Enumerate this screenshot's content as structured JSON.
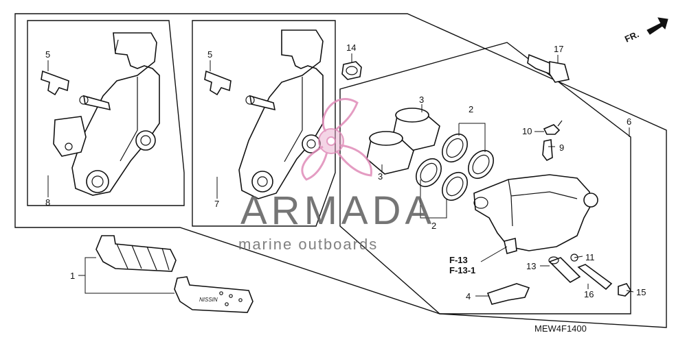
{
  "callouts": {
    "c1": "1",
    "c2a": "2",
    "c2b": "2",
    "c3a": "3",
    "c3b": "3",
    "c4": "4",
    "c5a": "5",
    "c5b": "5",
    "c6": "6",
    "c7": "7",
    "c8": "8",
    "c9": "9",
    "c10": "10",
    "c11": "11",
    "c13": "13",
    "c14": "14",
    "c15": "15",
    "c16": "16",
    "c17": "17"
  },
  "refs": {
    "r1": "F-13",
    "r2": "F-13-1"
  },
  "direction": "FR.",
  "code": "MEW4F1400",
  "watermark": {
    "brand": "ARMADA",
    "tagline": "marine outboards"
  },
  "colors": {
    "line": "#111111",
    "watermark_text": "#5e5e5e",
    "watermark_logo": "#e8a6c8"
  }
}
